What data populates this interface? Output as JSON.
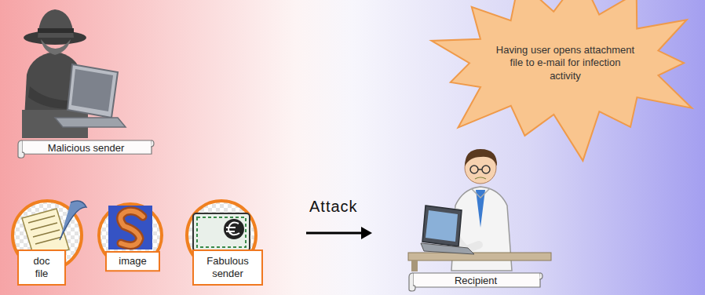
{
  "diagram": {
    "nodes": [
      {
        "text": [
          "Malicious sender"
        ]
      },
      {
        "text": [
          "Having user opens attachment file to e-mail for infection activity"
        ]
      },
      {
        "text": [
          "doc file"
        ]
      },
      {
        "text": [
          "image"
        ]
      },
      {
        "text": [
          "Fabulous sender"
        ]
      },
      {
        "text": [
          "Recipient"
        ]
      }
    ],
    "labels": [
      "Attack"
    ]
  }
}
